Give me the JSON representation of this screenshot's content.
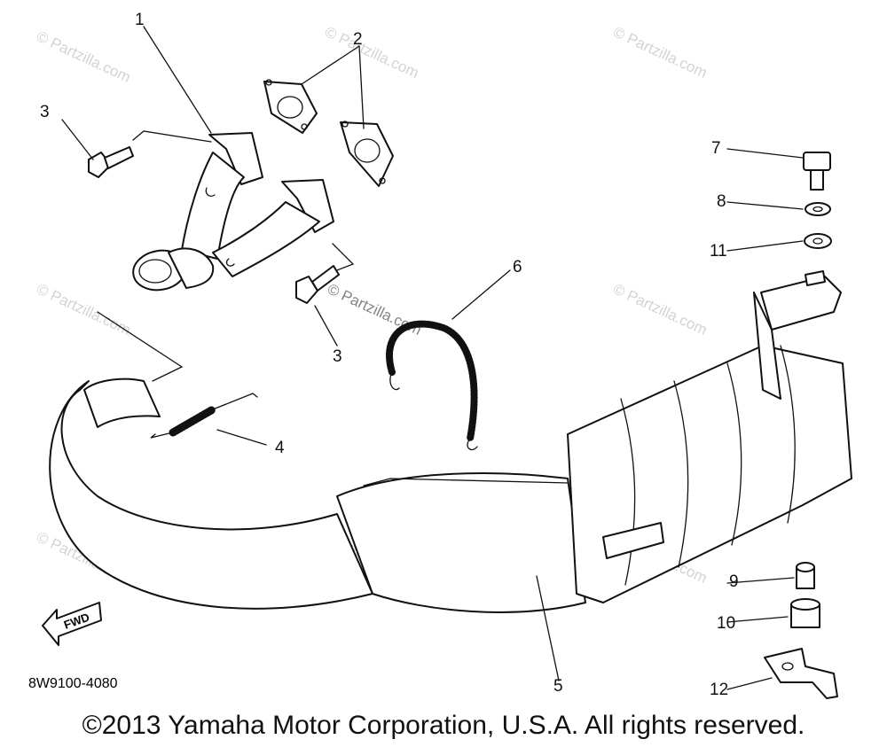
{
  "diagram_code": "8W9100-4080",
  "copyright": "©2013 Yamaha Motor Corporation, U.S.A. All rights reserved.",
  "fwd_label": "FWD",
  "watermark": "© Partzilla.com",
  "callouts": [
    "1",
    "2",
    "3",
    "3",
    "4",
    "5",
    "6",
    "7",
    "8",
    "9",
    "10",
    "11",
    "12"
  ]
}
